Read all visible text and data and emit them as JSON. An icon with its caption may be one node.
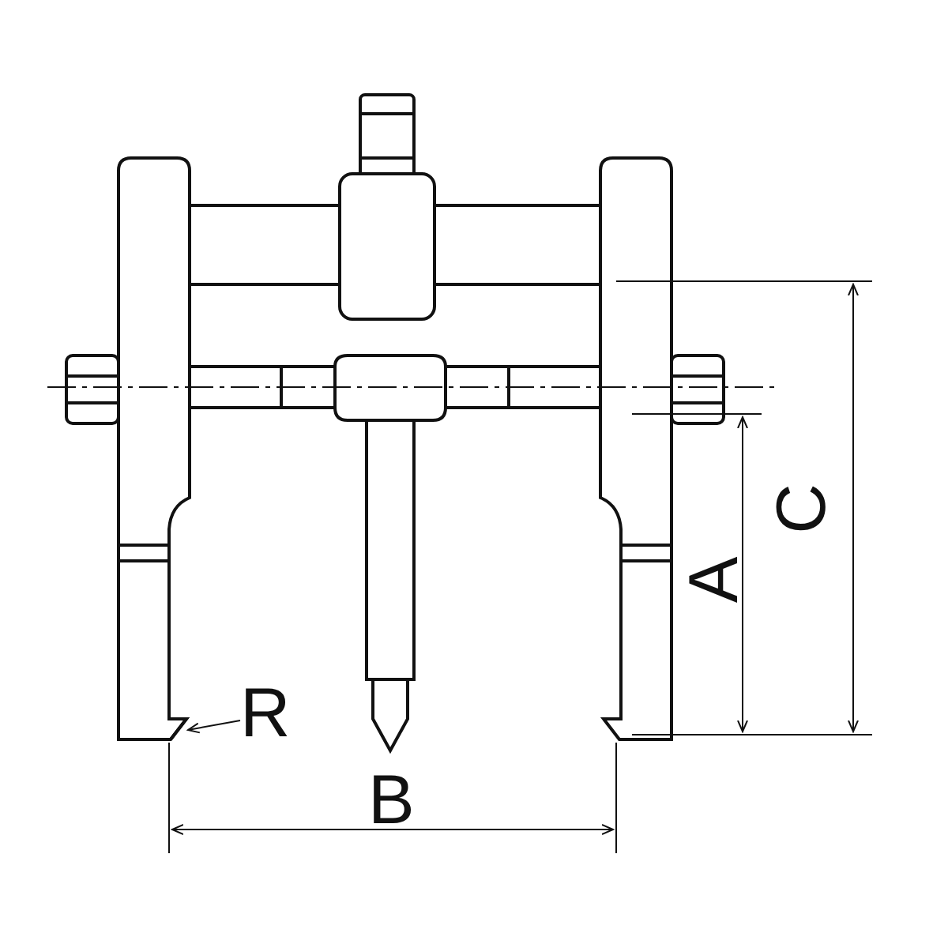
{
  "diagram": {
    "nodes": [
      {
        "text": [
          "R"
        ]
      },
      {
        "text": [],
        "shape": "picture"
      }
    ],
    "edges": [
      {
        "from": 0,
        "to": 1,
        "arrow": "to"
      }
    ],
    "labels": [
      "C",
      "A",
      "B"
    ]
  }
}
